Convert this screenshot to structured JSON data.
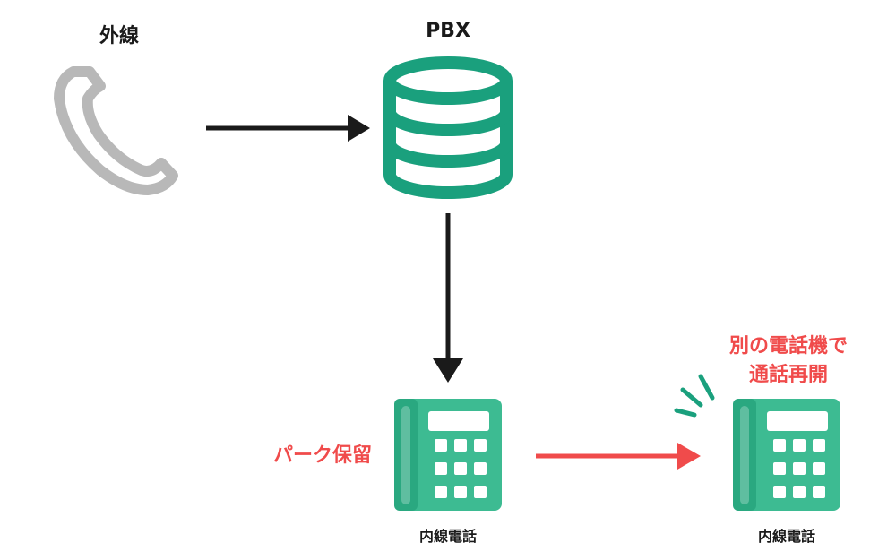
{
  "nodes": {
    "external_line": {
      "label": "外線"
    },
    "pbx": {
      "label": "PBX"
    },
    "extension_phone_1": {
      "label": "内線電話"
    },
    "extension_phone_2": {
      "label": "内線電話"
    }
  },
  "annotations": {
    "park_hold": "パーク保留",
    "resume_line1": "別の電話機で",
    "resume_line2": "通話再開"
  },
  "colors": {
    "arrow_black": "#1a1a1a",
    "arrow_red": "#f04b4b",
    "pbx_green": "#1aa07d",
    "phone_green_light": "#3dbb92",
    "phone_green_dark": "#128468",
    "handset_gray": "#b8b8b8",
    "accent_red": "#f04b4b"
  },
  "icons": {
    "external_line": "telephone-handset-icon",
    "pbx": "database-server-icon",
    "extension_phone": "desk-phone-icon",
    "ringing": "ringing-lines-icon"
  }
}
